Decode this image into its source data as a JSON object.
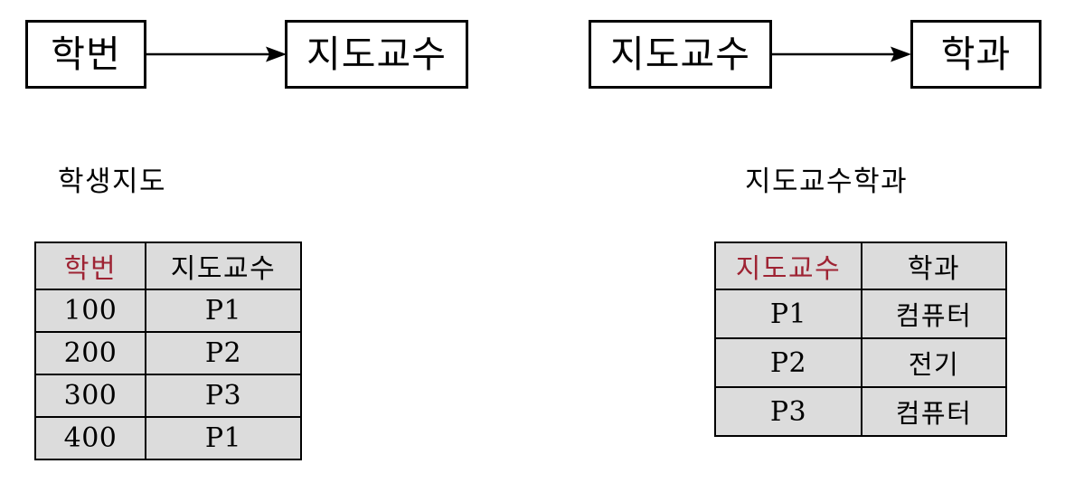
{
  "diagrams": [
    {
      "id": "fd-left",
      "determinant": "학번",
      "dependent": "지도교수",
      "arrow": "arrow-right"
    },
    {
      "id": "fd-right",
      "determinant": "지도교수",
      "dependent": "학과",
      "arrow": "arrow-right"
    }
  ],
  "tables": [
    {
      "id": "table-student-advisor",
      "title": "학생지도",
      "key_color": "#9e2333",
      "columns": [
        {
          "label": "학번",
          "is_key": true
        },
        {
          "label": "지도교수",
          "is_key": false
        }
      ],
      "rows": [
        {
          "학번": "100",
          "지도교수": "P1"
        },
        {
          "학번": "200",
          "지도교수": "P2"
        },
        {
          "학번": "300",
          "지도교수": "P3"
        },
        {
          "학번": "400",
          "지도교수": "P1"
        }
      ]
    },
    {
      "id": "table-advisor-dept",
      "title": "지도교수학과",
      "key_color": "#9e2333",
      "columns": [
        {
          "label": "지도교수",
          "is_key": true
        },
        {
          "label": "학과",
          "is_key": false
        }
      ],
      "rows": [
        {
          "지도교수": "P1",
          "학과": "컴퓨터"
        },
        {
          "지도교수": "P2",
          "학과": "전기"
        },
        {
          "지도교수": "P3",
          "학과": "컴퓨터"
        }
      ]
    }
  ]
}
